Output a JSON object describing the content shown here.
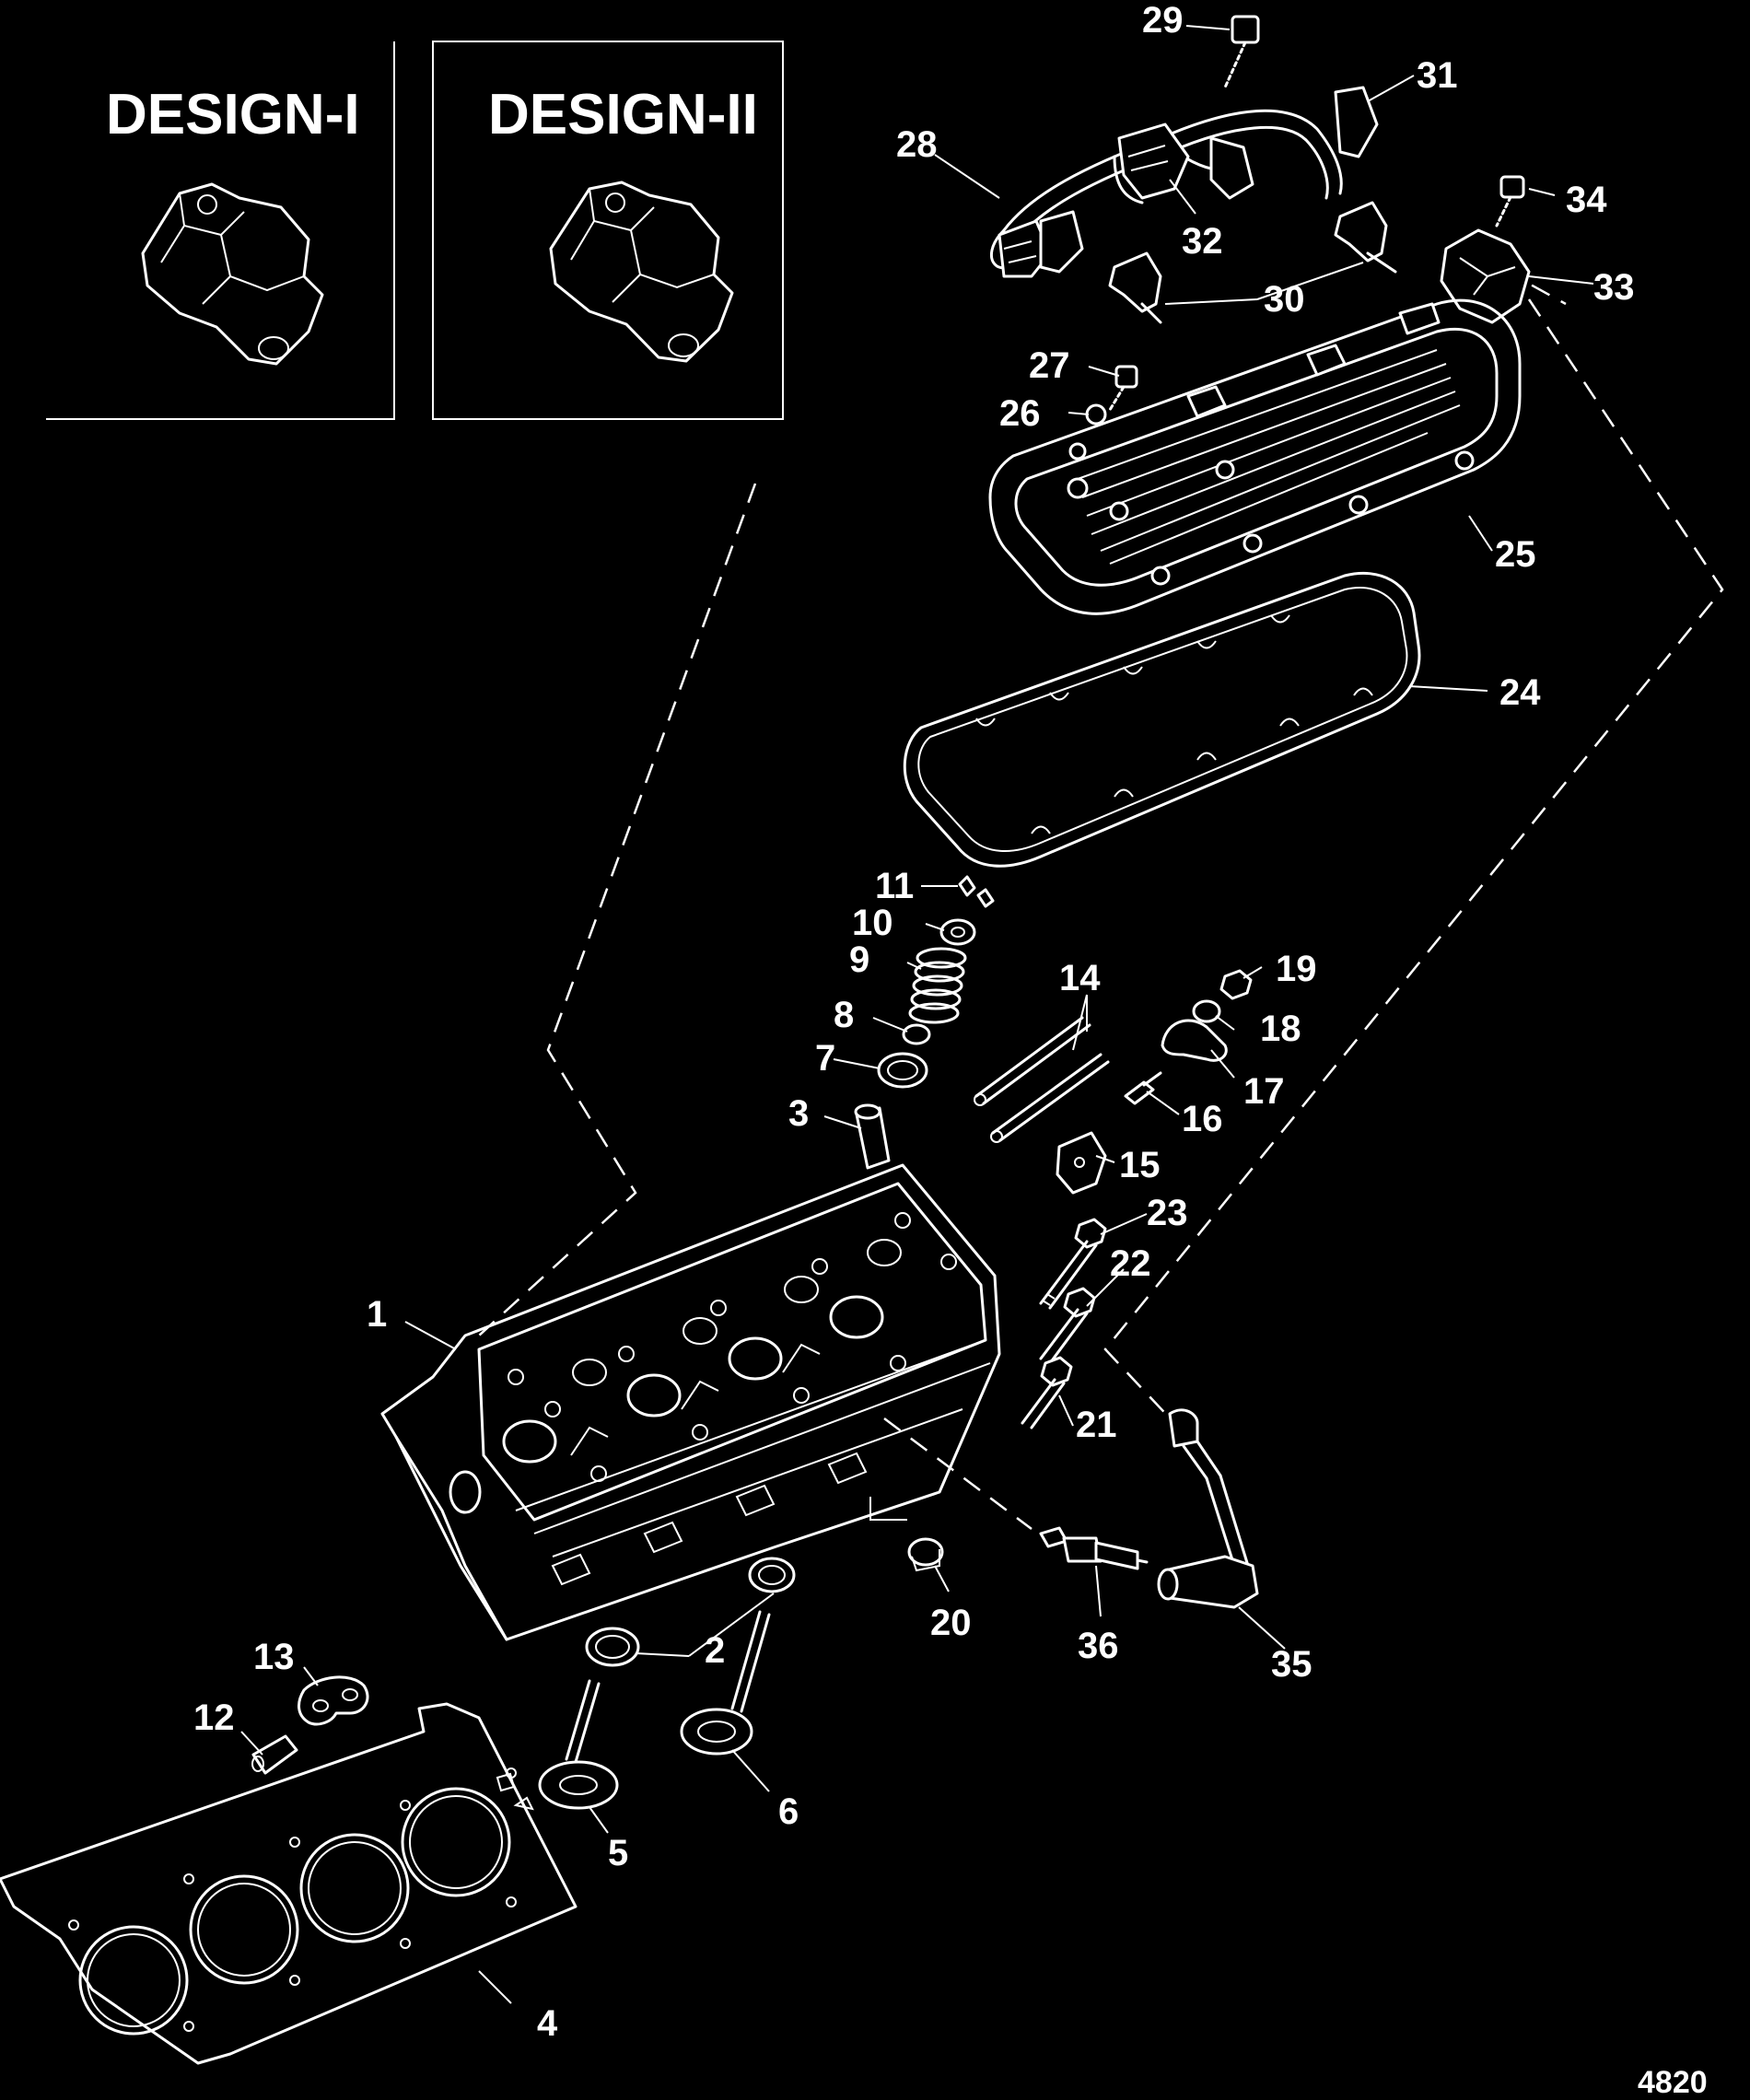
{
  "design_boxes": [
    {
      "title": "DESIGN-I"
    },
    {
      "title": "DESIGN-II"
    }
  ],
  "callouts": [
    "1",
    "2",
    "3",
    "4",
    "5",
    "6",
    "7",
    "8",
    "9",
    "10",
    "11",
    "12",
    "13",
    "14",
    "15",
    "16",
    "17",
    "18",
    "19",
    "20",
    "21",
    "22",
    "23",
    "24",
    "25",
    "26",
    "27",
    "28",
    "29",
    "30",
    "31",
    "32",
    "33",
    "34",
    "35",
    "36"
  ],
  "figure_number": "4820"
}
